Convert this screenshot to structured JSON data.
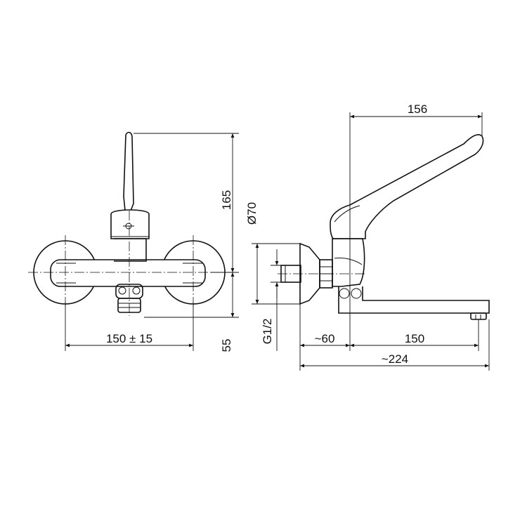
{
  "dimensions": {
    "height_above_axis": "165",
    "height_below_axis": "55",
    "center_distance": "150 ± 15",
    "rosette_diameter": "Ø70",
    "thread": "G1/2",
    "wall_to_body": "~60",
    "spout_reach": "150",
    "total_depth": "~224",
    "lever_reach": "156"
  },
  "colors": {
    "line": "#111111",
    "background": "#ffffff"
  }
}
